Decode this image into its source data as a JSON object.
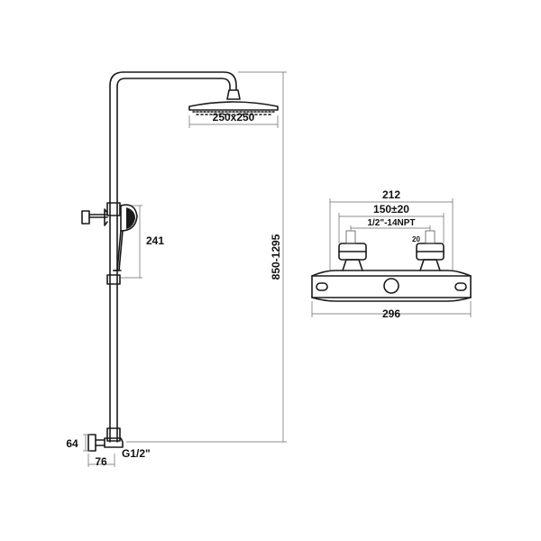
{
  "dimensions": {
    "head_size": "250x250",
    "hand_shower_height": "241",
    "total_height": "850-1295",
    "wall_offset": "64",
    "bracket_depth": "76",
    "connection_thread": "G1/2\"",
    "mixer_top_width": "212",
    "inlet_spacing": "150±20",
    "inlet_thread": "1/2\"-14NPT",
    "eccentric_size": "20",
    "mixer_total_width": "296"
  }
}
